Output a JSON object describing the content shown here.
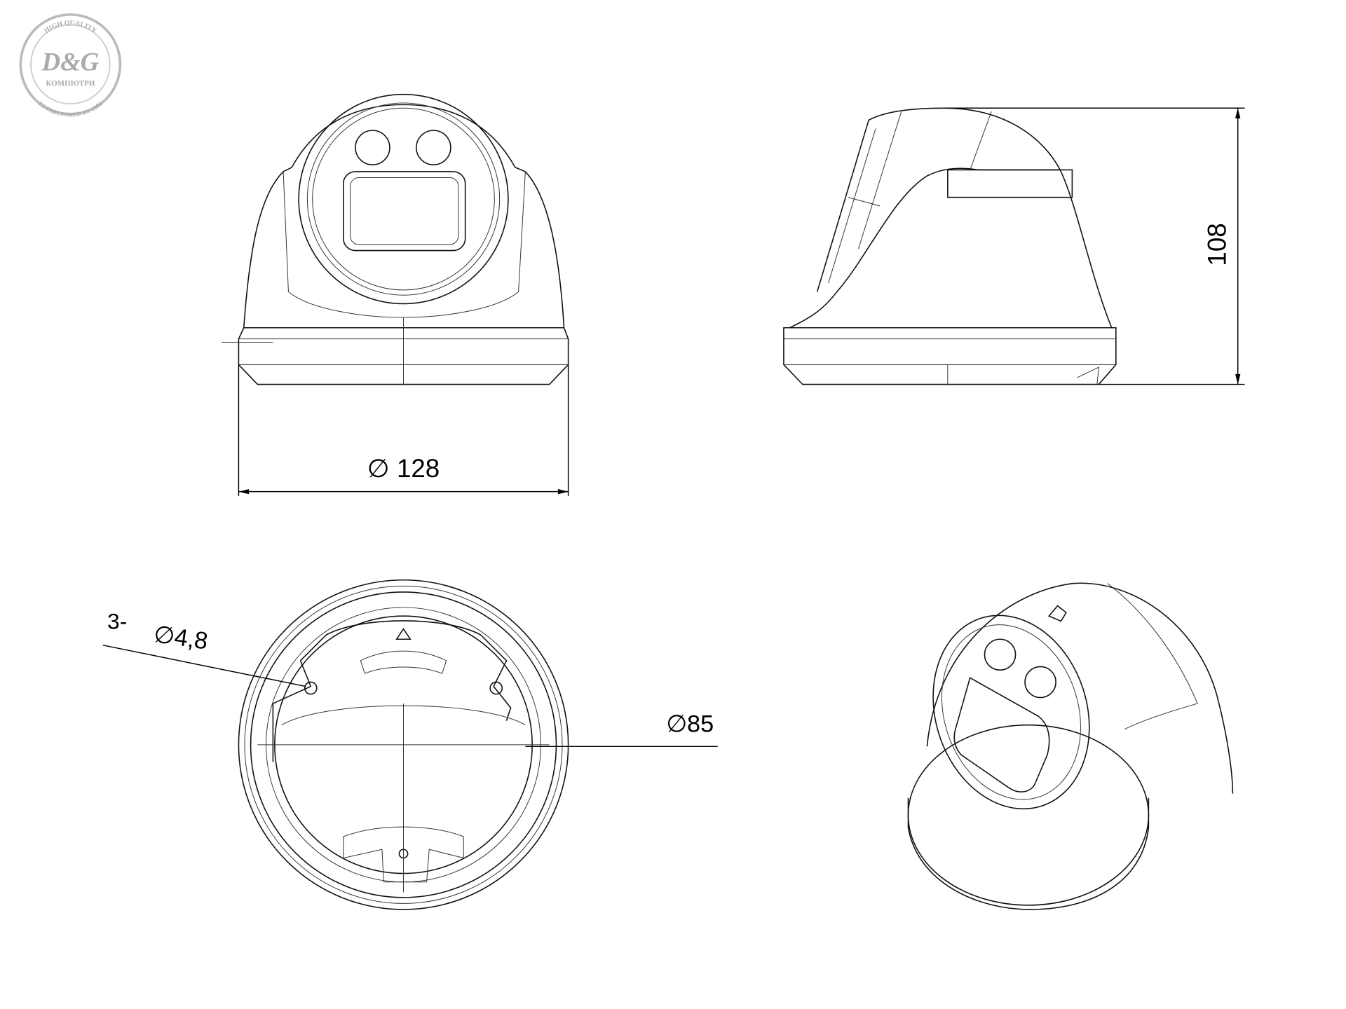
{
  "logo": {
    "title": "D&G",
    "subtitle": "КОМПЮТРИ",
    "top_arc": "HIGH QUALITY",
    "bottom_arc": "ESTABLISHED IN 1992"
  },
  "dimensions": {
    "diameter_label": "∅  128",
    "height_label": "108",
    "holes_count": "3-",
    "holes_diameter": "∅4,8",
    "mount_diameter": "∅85"
  }
}
